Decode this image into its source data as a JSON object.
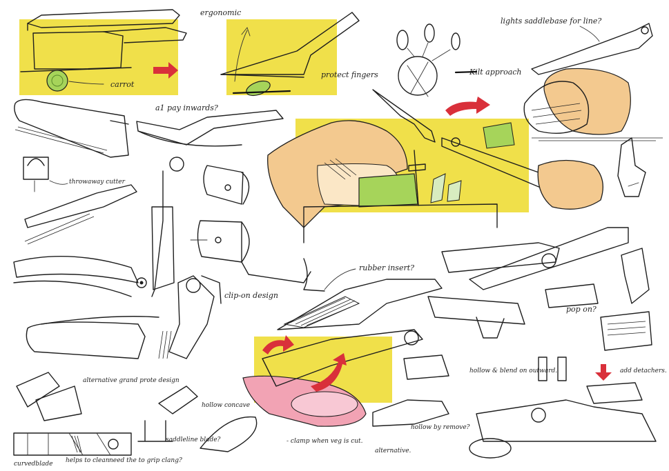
{
  "sheet": {
    "background": "#ffffff",
    "highlight_color": "#f0e04a",
    "accent_red": "#d9303a",
    "cucumber_green": "#a6d45a",
    "skin_tone": "#f3c98f",
    "pink_fill": "#f2a3b4"
  },
  "annotations": {
    "a01": "carrot",
    "a02": "ergonomic",
    "a03": "protect fingers",
    "a04": "a1 pay inwards?",
    "a05": "Kilt approach",
    "a06": "lights saddlebase for line?",
    "a07": "throwaway cutter",
    "a08": "rubber insert?",
    "a09": "clip-on design",
    "a10": "pop on?",
    "a11": "hollow & blend on outward.",
    "a12": "add detachers.",
    "a13": "alternative grand prote design",
    "a14": "hollow concave",
    "a15": "saddleline blade?",
    "a16": "- clamp when veg is cut.",
    "a17": "hollow by remove?",
    "a18": "alternative.",
    "a19": "curvedblade",
    "a20": "helps to clean",
    "a21": "need the to grip clang?"
  },
  "icons": [
    "red-arrow-right",
    "red-arrow-curved-up",
    "red-arrow-rotate",
    "red-arrow-down"
  ]
}
